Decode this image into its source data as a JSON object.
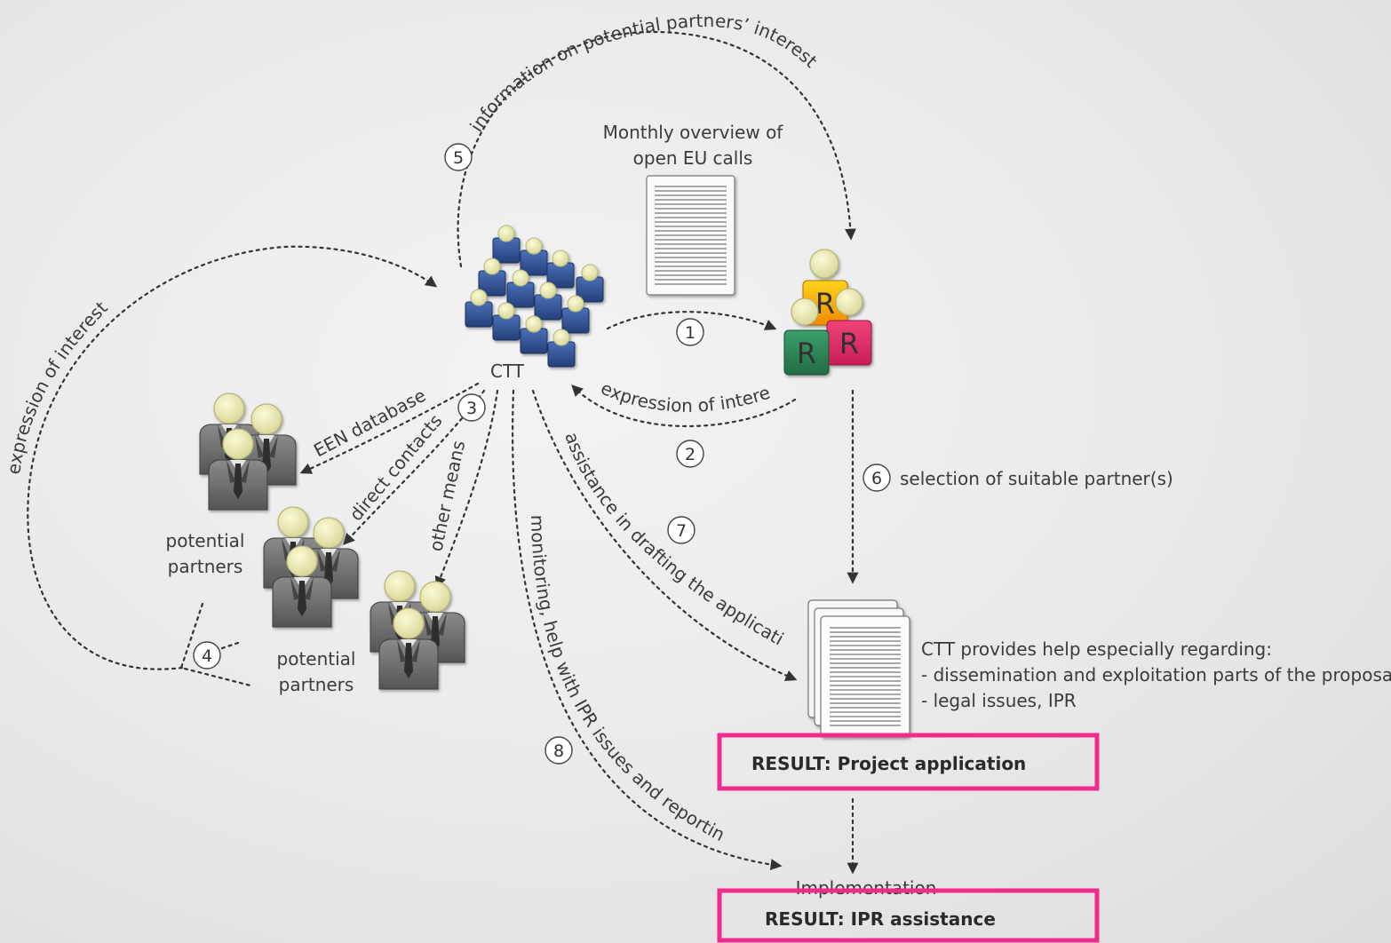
{
  "labels": {
    "ctt": "CTT",
    "monthly_overview_line1": "Monthly overview of",
    "monthly_overview_line2": "open EU calls",
    "potential_partners_a_line1": "potential",
    "potential_partners_a_line2": "partners",
    "potential_partners_b_line1": "potential",
    "potential_partners_b_line2": "partners",
    "ctt_help_title": "CTT provides help especially regarding:",
    "ctt_help_item1": "- dissemination and exploitation parts of the proposal",
    "ctt_help_item2": "- legal issues, IPR",
    "implementation": "Implementation",
    "result_application": "RESULT: Project application",
    "result_ipr": "RESULT: IPR assistance",
    "researcher_badge": "R"
  },
  "arrows": {
    "info_partners_interest": "information on potential partners’ interest",
    "expression_interest_left": "expression of interest",
    "expression_interest_right": "expression of interest",
    "een_database": "EEN database",
    "direct_contacts": "direct contacts",
    "other_means": "other means",
    "assistance_drafting": "assistance in drafting the application",
    "monitoring": "monitoring, help with IPR issues and reporting",
    "selection_partners": "selection of suitable partner(s)"
  },
  "steps": [
    "1",
    "2",
    "3",
    "4",
    "5",
    "6",
    "7",
    "8"
  ],
  "colors": {
    "result_border": "#ee2c8e",
    "ctt_person": "#2e4f8e",
    "head": "#eeeeaa",
    "partner_suit": "#6a6a6a",
    "badge_yellow": "#f2b800",
    "badge_green": "#2e8b5a",
    "badge_pink": "#e8386e"
  }
}
